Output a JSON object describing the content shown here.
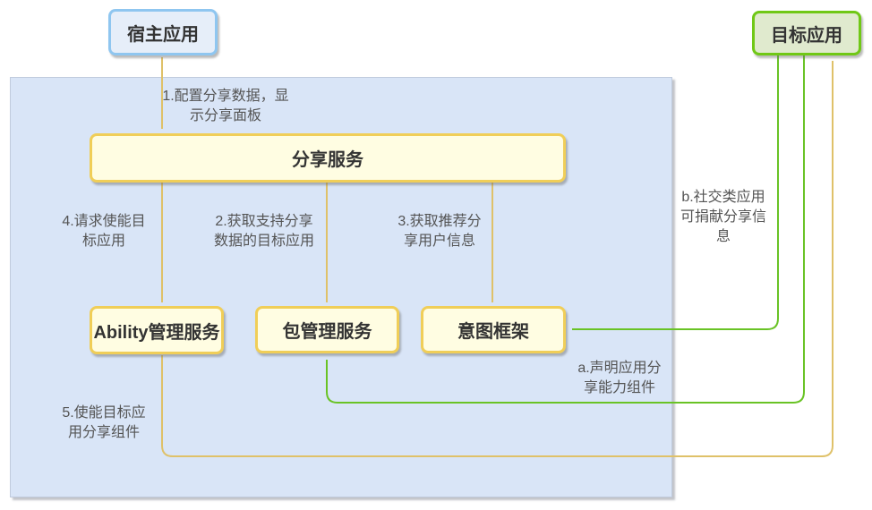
{
  "diagram": {
    "nodes": {
      "host_app": {
        "label": "宿主应用"
      },
      "target_app": {
        "label": "目标应用"
      },
      "share_service": {
        "label": "分享服务"
      },
      "ability_service": {
        "label": "Ability管理服务"
      },
      "package_service": {
        "label": "包管理服务"
      },
      "intent_framework": {
        "label": "意图框架"
      }
    },
    "edge_labels": {
      "step1": "1.配置分享数据，显\n示分享面板",
      "step2": "2.获取支持分享\n数据的目标应用",
      "step3": "3.获取推荐分\n享用户信息",
      "step4": "4.请求使能目\n标应用",
      "step5": "5.使能目标应\n用分享组件",
      "step_a": "a.声明应用分\n享能力组件",
      "step_b": "b.社交类应用\n可捐献分享信\n息"
    },
    "colors": {
      "panel_fill": "#d9e5f7",
      "yellow_node_fill": "#fffde2",
      "yellow_node_border": "#f0ce58",
      "blue_node_fill": "#e6eef9",
      "blue_node_border": "#8fc6f0",
      "green_node_fill": "#e0eace",
      "green_node_border": "#70c816",
      "yellow_edge": "#dfc169",
      "green_edge": "#69c325",
      "title_text": "#333333",
      "label_text": "#545454"
    }
  }
}
